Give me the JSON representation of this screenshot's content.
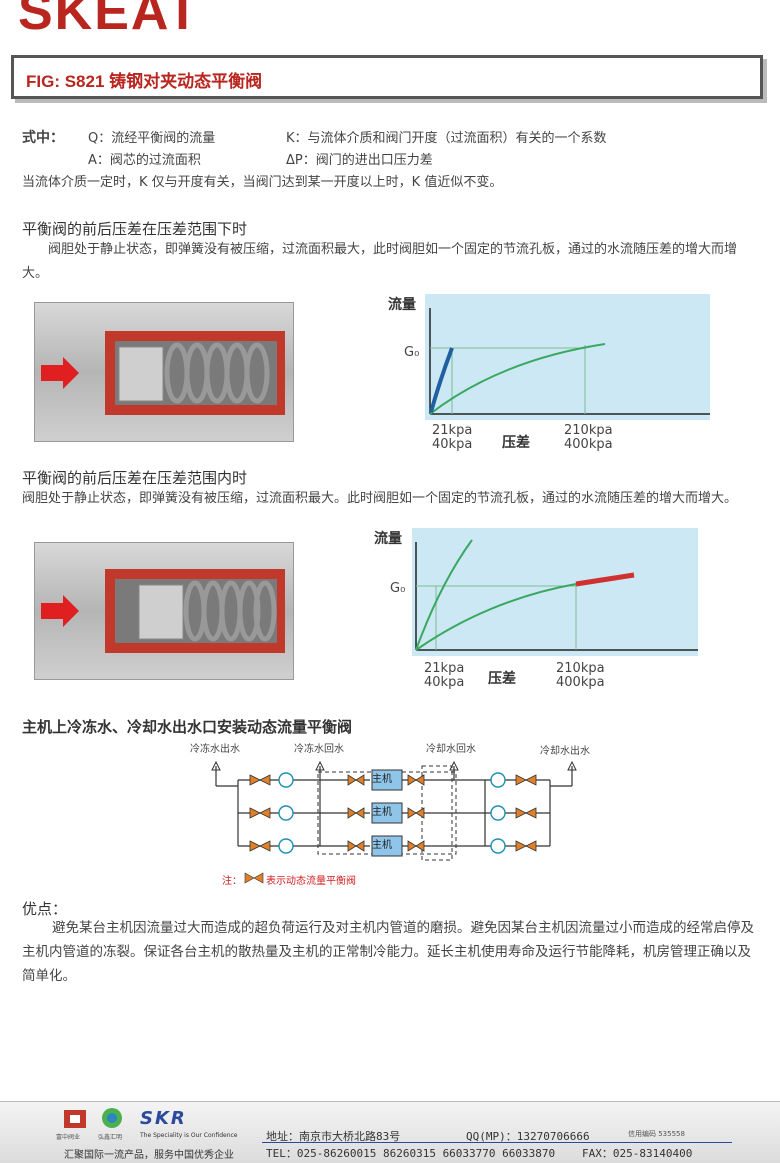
{
  "brand": "SKEAT",
  "fig_title": "FIG: S821  铸钢对夹动态平衡阀",
  "formula": {
    "label": "式中：",
    "q": "Q：流经平衡阀的流量",
    "k": "K：与流体介质和阀门开度（过流面积）有关的一个系数",
    "a": "A：阀芯的过流面积",
    "dp": "ΔP：阀门的进出口压力差",
    "note": "当流体介质一定时，K 仅与开度有关，当阀门达到某一开度以上时，K 值近似不变。"
  },
  "section1": {
    "title": "平衡阀的前后压差在压差范围下时",
    "body": "阀胆处于静止状态，即弹簧没有被压缩，过流面积最大，此时阀胆如一个固定的节流孔板，通过的水流随压差的增大而增大。"
  },
  "section2": {
    "title": "平衡阀的前后压差在压差范围内时",
    "body": "阀胆处于静止状态，即弹簧没有被压缩，过流面积最大。此时阀胆如一个固定的节流孔板，通过的水流随压差的增大而增大。"
  },
  "chart_labels": {
    "ylabel": "流量",
    "g0": "G₀",
    "x1a": "21kpa",
    "x1b": "40kpa",
    "xlabel": "压差",
    "x2a": "210kpa",
    "x2b": "400kpa"
  },
  "chart_data": [
    {
      "type": "line",
      "x_ticks": [
        "21kpa / 40kpa",
        "210kpa / 400kpa"
      ],
      "xlabel": "压差",
      "ylabel": "流量",
      "y_ticks": [
        "G₀"
      ],
      "series_colors": [
        "#2060a0",
        "#3aa860"
      ]
    },
    {
      "type": "line",
      "x_ticks": [
        "21kpa / 40kpa",
        "210kpa / 400kpa"
      ],
      "xlabel": "压差",
      "ylabel": "流量",
      "y_ticks": [
        "G₀"
      ],
      "series_colors": [
        "#3aa860",
        "#d03030"
      ]
    }
  ],
  "diagram": {
    "title": "主机上冷冻水、冷却水出水口安装动态流量平衡阀",
    "labels": [
      "冷冻水出水",
      "冷冻水回水",
      "冷却水回水",
      "冷却水出水"
    ],
    "unit": "主机",
    "note": "注：",
    "note_text": "表示动态流量平衡阀"
  },
  "advantages": {
    "title": "优点：",
    "body": "避免某台主机因流量过大而造成的超负荷运行及对主机内管道的磨损。避免因某台主机因流量过小而造成的经常启停及主机内管道的冻裂。保证各台主机的散热量及主机的正常制冷能力。延长主机使用寿命及运行节能降耗，机房管理正确以及简单化。"
  },
  "footer": {
    "logo1": "富中阀业",
    "logo2": "弘鑫汇明",
    "logo3": "SKR",
    "logo3_sub": "The Speciality is Our Confidence",
    "slogan": "汇聚国际一流产品，服务中国优秀企业",
    "address": "地址：南京市大桥北路83号",
    "qq": "QQ(MP)：13270706666",
    "credit": "信用编码 535558",
    "tel": "TEL：025-86260015 86260315 66033770 66033870",
    "fax": "FAX：025-83140400"
  },
  "colors": {
    "brand_red": "#b8261f",
    "chart_bg": "#cde8f5",
    "valve_red": "#c0392b"
  }
}
